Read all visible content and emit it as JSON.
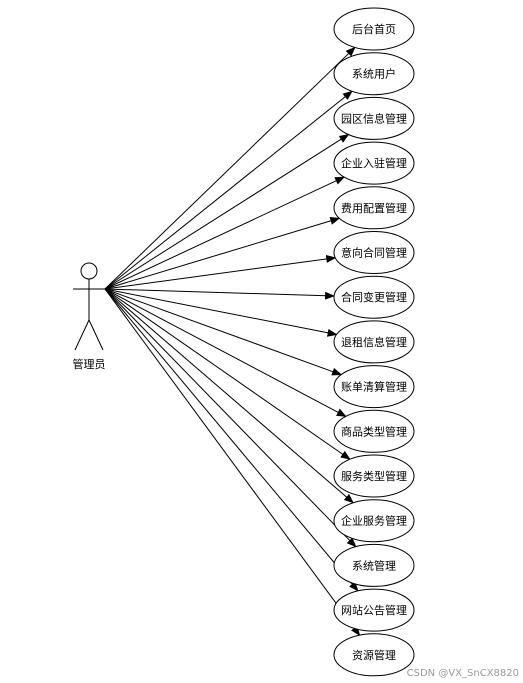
{
  "actor": {
    "label": "管理员"
  },
  "use_cases": [
    {
      "label": "后台首页"
    },
    {
      "label": "系统用户"
    },
    {
      "label": "园区信息管理"
    },
    {
      "label": "企业入驻管理"
    },
    {
      "label": "费用配置管理"
    },
    {
      "label": "意向合同管理"
    },
    {
      "label": "合同变更管理"
    },
    {
      "label": "退租信息管理"
    },
    {
      "label": "账单清算管理"
    },
    {
      "label": "商品类型管理"
    },
    {
      "label": "服务类型管理"
    },
    {
      "label": "企业服务管理"
    },
    {
      "label": "系统管理"
    },
    {
      "label": "网站公告管理"
    },
    {
      "label": "资源管理"
    }
  ],
  "watermark": "CSDN @VX_SnCX8820"
}
